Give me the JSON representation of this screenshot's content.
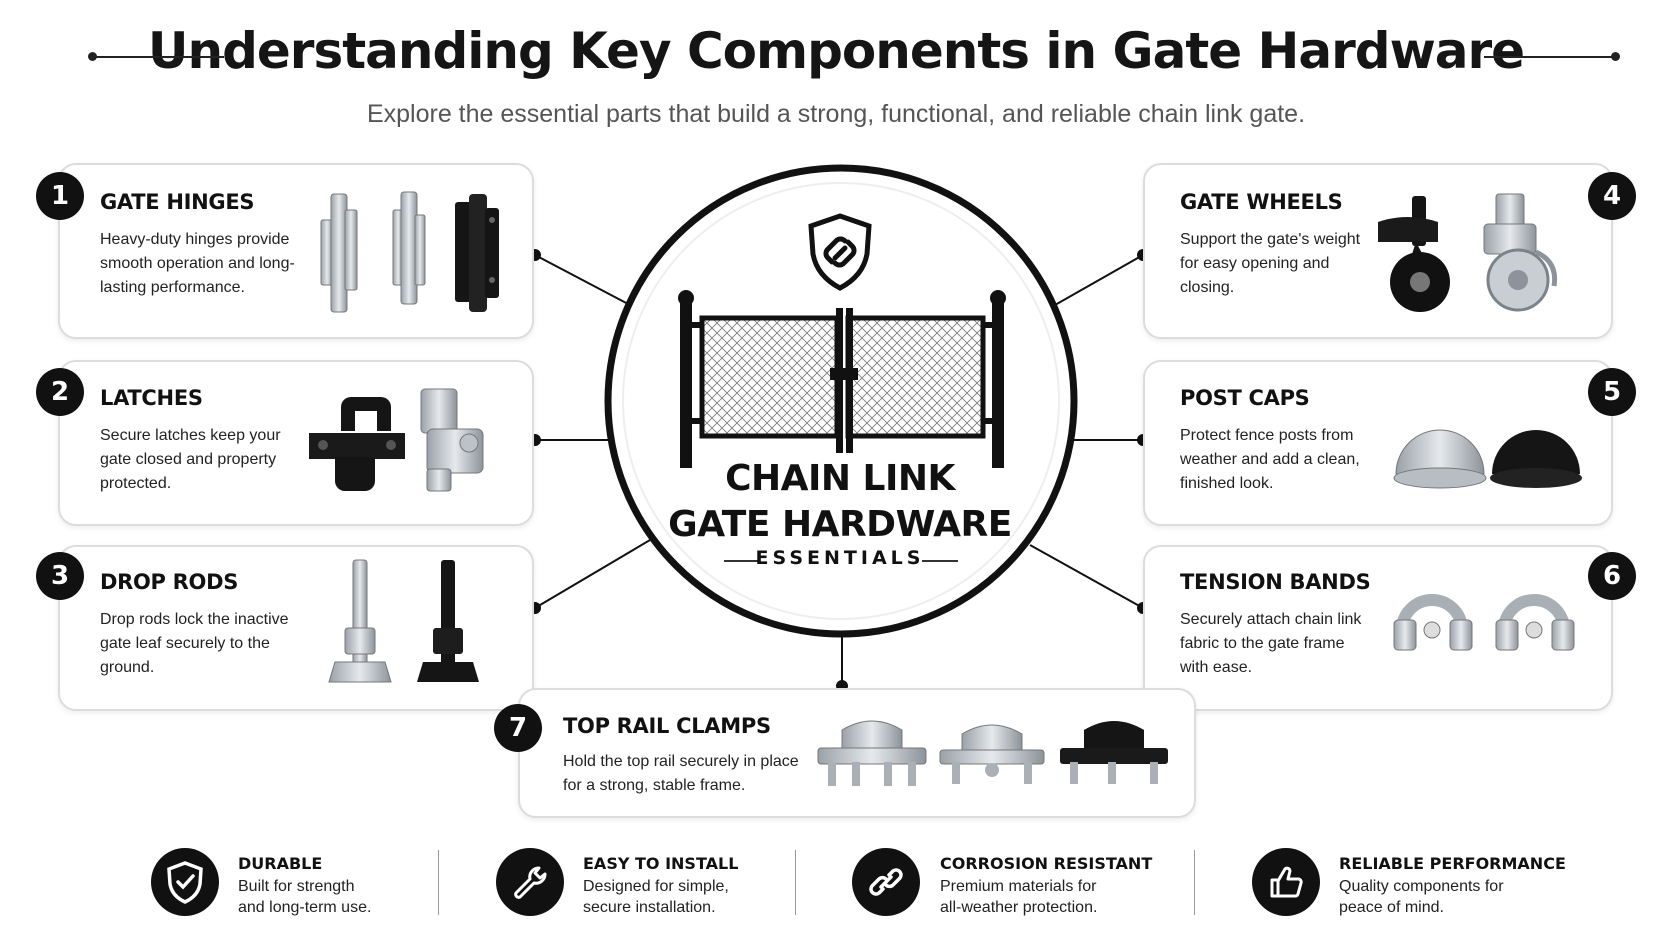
{
  "header": {
    "title": "Understanding Key Components in Gate Hardware",
    "subtitle": "Explore the essential parts that build a strong, functional, and reliable chain link gate."
  },
  "center": {
    "line1": "CHAIN LINK",
    "line2": "GATE HARDWARE",
    "line3": "ESSENTIALS",
    "icon": "shield-chain-link-icon"
  },
  "components": [
    {
      "number": "1",
      "title": "GATE HINGES",
      "desc": [
        "Heavy-duty hinges provide",
        "smooth operation and long-",
        "lasting performance."
      ]
    },
    {
      "number": "2",
      "title": "LATCHES",
      "desc": [
        "Secure latches keep your",
        "gate closed and property",
        "protected."
      ]
    },
    {
      "number": "3",
      "title": "DROP RODS",
      "desc": [
        "Drop rods lock the inactive",
        "gate leaf securely to the",
        "ground."
      ]
    },
    {
      "number": "4",
      "title": "GATE WHEELS",
      "desc": [
        "Support the gate's weight",
        "for easy opening and",
        "closing."
      ]
    },
    {
      "number": "5",
      "title": "POST CAPS",
      "desc": [
        "Protect fence posts from",
        "weather and add a clean,",
        "finished look."
      ]
    },
    {
      "number": "6",
      "title": "TENSION BANDS",
      "desc": [
        "Securely attach chain link",
        "fabric to the gate frame",
        "with ease."
      ]
    },
    {
      "number": "7",
      "title": "TOP RAIL CLAMPS",
      "desc": [
        "Hold the top rail securely in place",
        "for a strong, stable frame."
      ]
    }
  ],
  "features": [
    {
      "title": "DURABLE",
      "desc": [
        "Built for strength",
        "and long-term use."
      ],
      "icon": "shield-check-icon"
    },
    {
      "title": "EASY TO INSTALL",
      "desc": [
        "Designed for simple,",
        "secure installation."
      ],
      "icon": "wrench-icon"
    },
    {
      "title": "CORROSION RESISTANT",
      "desc": [
        "Premium materials for",
        "all-weather protection."
      ],
      "icon": "chain-link-icon"
    },
    {
      "title": "RELIABLE PERFORMANCE",
      "desc": [
        "Quality components for",
        "peace of mind."
      ],
      "icon": "thumbs-up-icon"
    }
  ],
  "colors": {
    "accent": "#111111",
    "silver": "#c8ccd0",
    "black_part": "#151515",
    "border": "#dcdcdc"
  }
}
